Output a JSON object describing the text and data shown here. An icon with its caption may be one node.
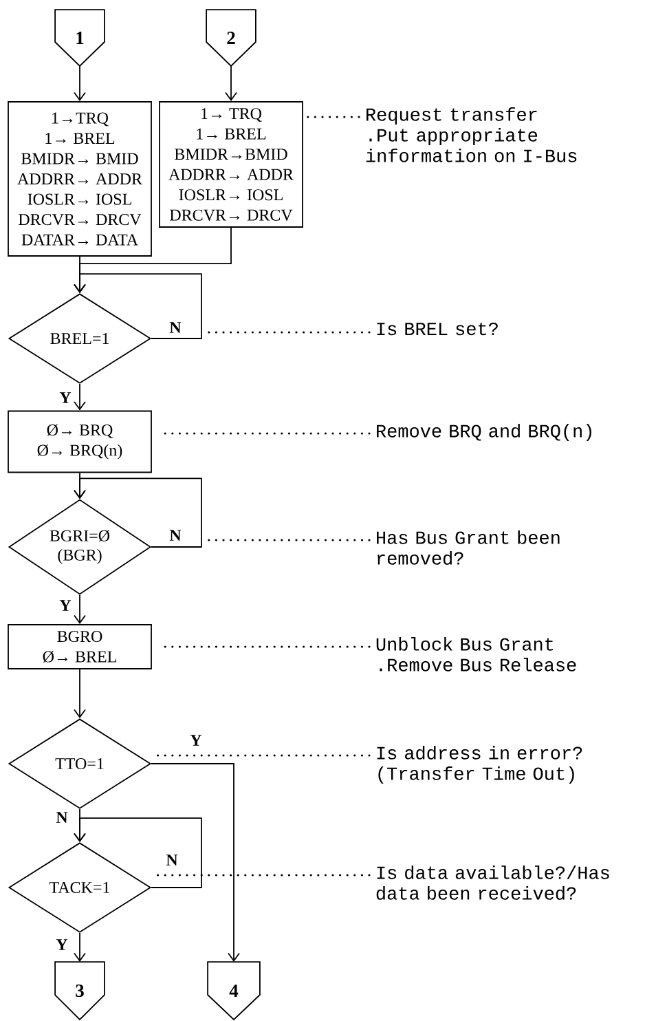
{
  "diagram": {
    "nodes": [
      {
        "text": [
          "1"
        ]
      },
      {
        "text": [
          "2"
        ]
      },
      {
        "text": [
          "1→TRQ",
          "1→ BREL",
          "BMIDR→ BMID",
          "ADDRR→ ADDR",
          "IOSLR→ IOSL",
          "DRCVR→ DRCV",
          "DATAR→ DATA"
        ]
      },
      {
        "text": [
          "1→ TRQ",
          "1→ BREL",
          "BMIDR→BMID",
          "ADDRR→ ADDR",
          "IOSLR→ IOSL",
          "DRCVR→ DRCV"
        ]
      },
      {
        "text": [
          "BREL=1"
        ]
      },
      {
        "text": [
          "Ø→ BRQ",
          "Ø→ BRQ(n)"
        ]
      },
      {
        "text": [
          "BGRI=Ø",
          "(BGR)"
        ]
      },
      {
        "text": [
          "BGRO",
          "Ø→ BREL"
        ]
      },
      {
        "text": [
          "TTO=1"
        ]
      },
      {
        "text": [
          "TACK=1"
        ]
      },
      {
        "text": [
          "3"
        ]
      },
      {
        "text": [
          "4"
        ]
      },
      {
        "text": [
          "Request transfer",
          ".Put appropriate information on I-Bus"
        ]
      },
      {
        "text": [
          "Is BREL set?"
        ]
      },
      {
        "text": [
          "Remove BRQ and BRQ(n)"
        ]
      },
      {
        "text": [
          "Has Bus Grant been removed?"
        ]
      },
      {
        "text": [
          "Unblock Bus Grant",
          ".Remove Bus Release"
        ]
      },
      {
        "text": [
          "Is address in error? (Transfer Time Out)"
        ]
      },
      {
        "text": [
          "Is data available?/Has data been received?"
        ]
      }
    ],
    "edges": [
      {
        "from": 0,
        "to": 2,
        "arrow": "to"
      },
      {
        "from": 1,
        "to": 3,
        "arrow": "to"
      },
      {
        "from": 2,
        "to": 4,
        "arrow": "to"
      },
      {
        "from": 3,
        "to": 4,
        "arrow": "to"
      },
      {
        "from": 4,
        "to": 4,
        "arrow": "to",
        "label": "N"
      },
      {
        "from": 4,
        "to": 5,
        "arrow": "to",
        "label": "Y"
      },
      {
        "from": 5,
        "to": 6,
        "arrow": "to"
      },
      {
        "from": 6,
        "to": 6,
        "arrow": "to",
        "label": "N"
      },
      {
        "from": 6,
        "to": 7,
        "arrow": "to",
        "label": "Y"
      },
      {
        "from": 7,
        "to": 8,
        "arrow": "to"
      },
      {
        "from": 8,
        "to": 9,
        "arrow": "to",
        "label": "N"
      },
      {
        "from": 9,
        "to": 9,
        "arrow": "to",
        "label": "N"
      },
      {
        "from": 9,
        "to": 10,
        "arrow": "to",
        "label": "Y"
      },
      {
        "from": 8,
        "to": 11,
        "arrow": "to",
        "label": "Y"
      },
      {
        "from": 12,
        "to": 3,
        "arrow": "none",
        "style": "dashed"
      },
      {
        "from": 13,
        "to": 4,
        "arrow": "none",
        "style": "dashed"
      },
      {
        "from": 14,
        "to": 5,
        "arrow": "none",
        "style": "dashed"
      },
      {
        "from": 15,
        "to": 6,
        "arrow": "none",
        "style": "dashed"
      },
      {
        "from": 16,
        "to": 7,
        "arrow": "none",
        "style": "dashed"
      },
      {
        "from": 17,
        "to": 8,
        "arrow": "none",
        "style": "dashed"
      },
      {
        "from": 18,
        "to": 9,
        "arrow": "none",
        "style": "dashed"
      }
    ]
  }
}
